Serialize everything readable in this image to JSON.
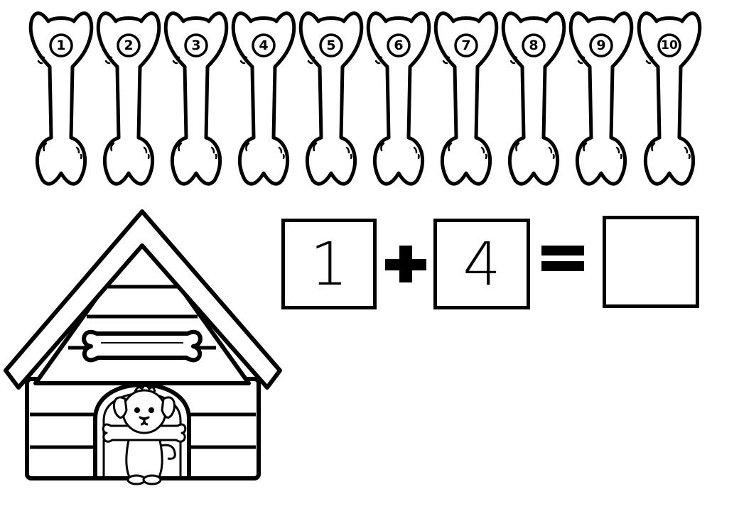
{
  "bones": [
    {
      "number": "1"
    },
    {
      "number": "2"
    },
    {
      "number": "3"
    },
    {
      "number": "4"
    },
    {
      "number": "5"
    },
    {
      "number": "6"
    },
    {
      "number": "7"
    },
    {
      "number": "8"
    },
    {
      "number": "9"
    },
    {
      "number": "10"
    }
  ],
  "equation": {
    "addend1": "1",
    "addend2": "4",
    "answer": ""
  },
  "colors": {
    "ink": "#000000",
    "paper": "#ffffff"
  },
  "icons": {
    "bone": "bone-icon",
    "plus": "plus-icon",
    "equals": "equals-icon",
    "doghouse": "doghouse-icon",
    "dog": "puppy-icon"
  }
}
